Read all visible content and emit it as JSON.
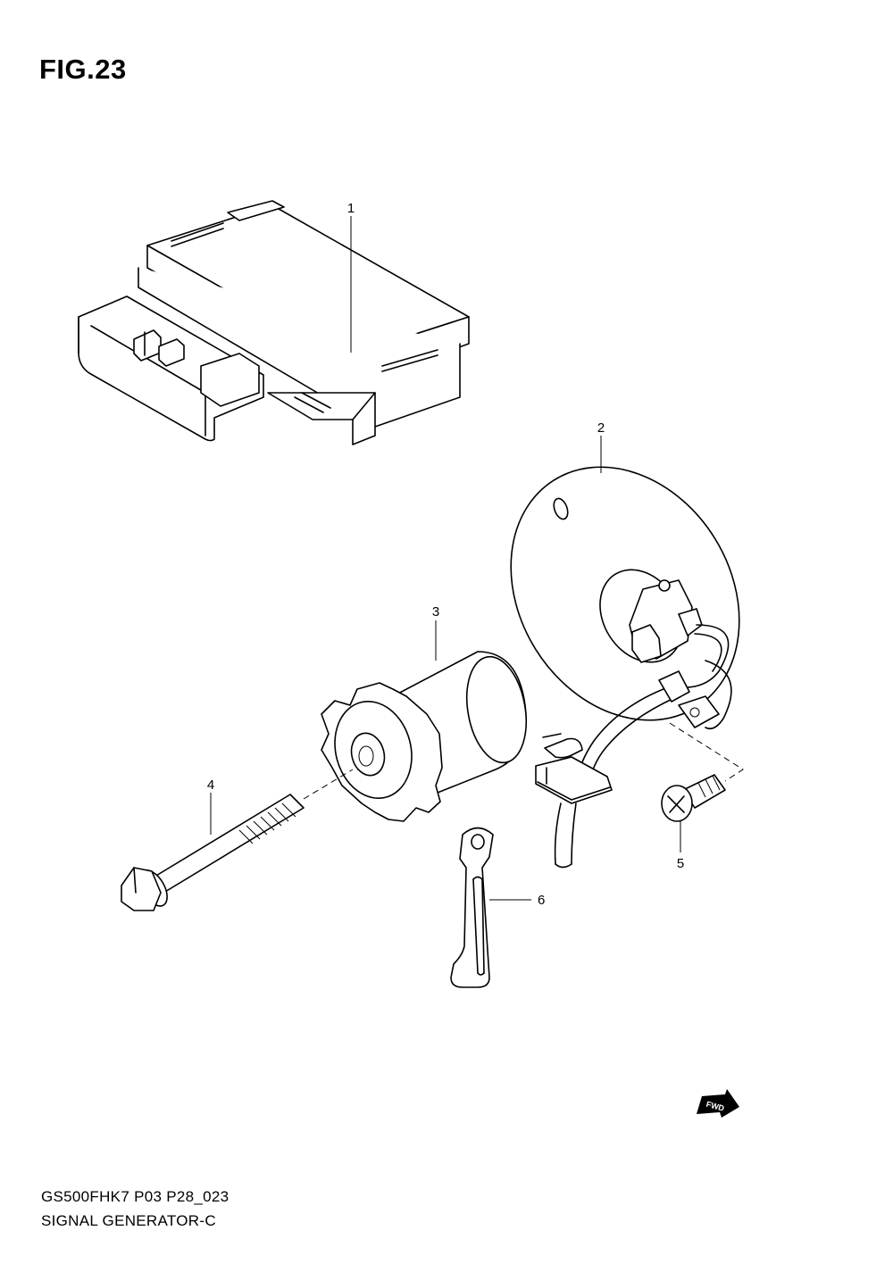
{
  "figure": {
    "title": "FIG.23"
  },
  "callouts": [
    {
      "number": "1",
      "part": "ecm-unit"
    },
    {
      "number": "2",
      "part": "signal-generator-plate"
    },
    {
      "number": "3",
      "part": "signal-generator-rotor"
    },
    {
      "number": "4",
      "part": "rotor-bolt"
    },
    {
      "number": "5",
      "part": "screw"
    },
    {
      "number": "6",
      "part": "clamp"
    }
  ],
  "fwd_badge": {
    "label": "FWD"
  },
  "footer": {
    "code": "GS500FHK7 P03 P28_023",
    "name": "SIGNAL GENERATOR-C"
  }
}
